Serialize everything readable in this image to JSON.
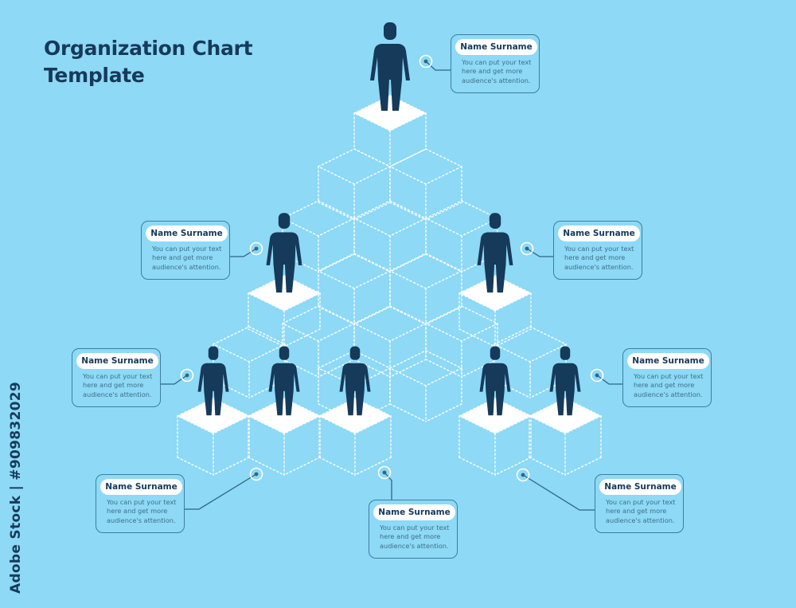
{
  "title": {
    "line1": "Organization Chart",
    "line2": "Template"
  },
  "cards": [
    {
      "name": "Name Surname",
      "text": [
        "You can put your text",
        "here and get more",
        "audience's attention."
      ]
    },
    {
      "name": "Name Surname",
      "text": [
        "You can put your text",
        "here and get more",
        "audience's attention."
      ]
    },
    {
      "name": "Name Surname",
      "text": [
        "You can put your text",
        "here and get more",
        "audience's attention."
      ]
    },
    {
      "name": "Name Surname",
      "text": [
        "You can put your text",
        "here and get more",
        "audience's attention."
      ]
    },
    {
      "name": "Name Surname",
      "text": [
        "You can put your text",
        "here and get more",
        "audience's attention."
      ]
    },
    {
      "name": "Name Surname",
      "text": [
        "You can put your text",
        "here and get more",
        "audience's attention."
      ]
    },
    {
      "name": "Name Surname",
      "text": [
        "You can put your text",
        "here and get more",
        "audience's attention."
      ]
    },
    {
      "name": "Name Surname",
      "text": [
        "You can put your text",
        "here and get more",
        "audience's attention."
      ]
    }
  ],
  "watermark": "Adobe Stock | #909832029",
  "colors": {
    "background": "#8dd9f6",
    "figure": "#163a5a",
    "platform": "#ffffff",
    "card_border": "#3c7f9f",
    "connector": "#2f6584"
  },
  "icons": [
    "person-icon",
    "connector-dot-icon"
  ]
}
